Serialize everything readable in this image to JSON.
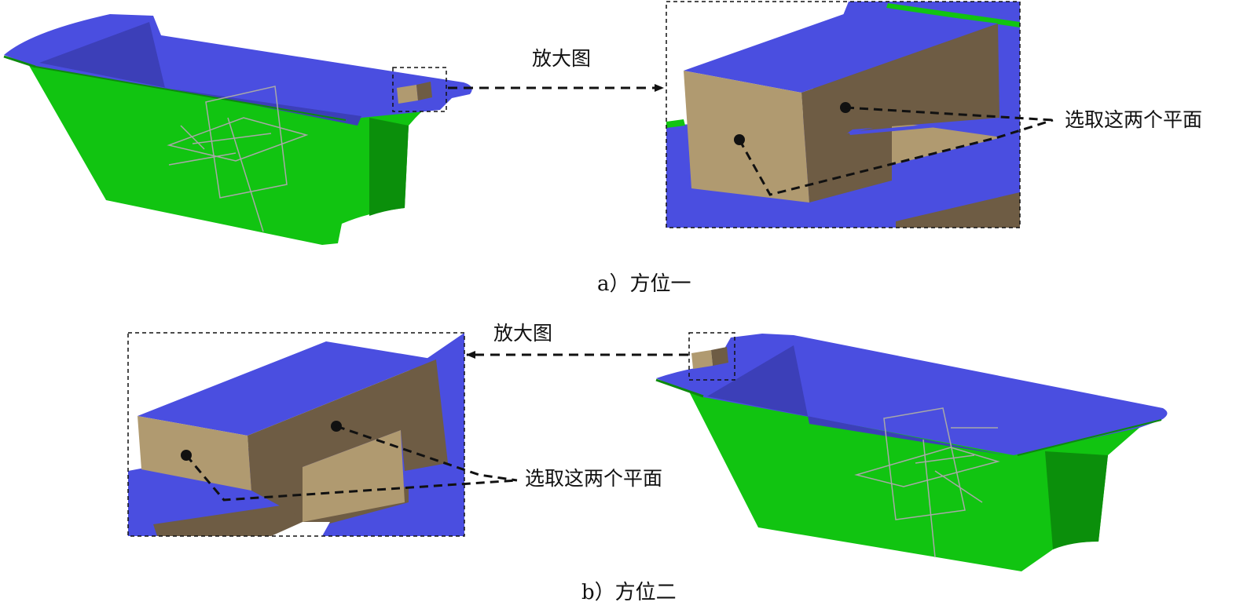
{
  "figure_a": {
    "zoom_label": "放大图",
    "select_label": "选取这两个平面",
    "caption": "a）方位一"
  },
  "figure_b": {
    "zoom_label": "放大图",
    "select_label": "选取这两个平面",
    "caption": "b）方位二"
  },
  "colors": {
    "top_face": "#4a4ee0",
    "inner_face": "#3c3fb8",
    "outer_face": "#11c411",
    "outer_dark": "#0b8f0b",
    "tab_light": "#b09a70",
    "tab_dark": "#6e5c44",
    "line": "#111111"
  }
}
